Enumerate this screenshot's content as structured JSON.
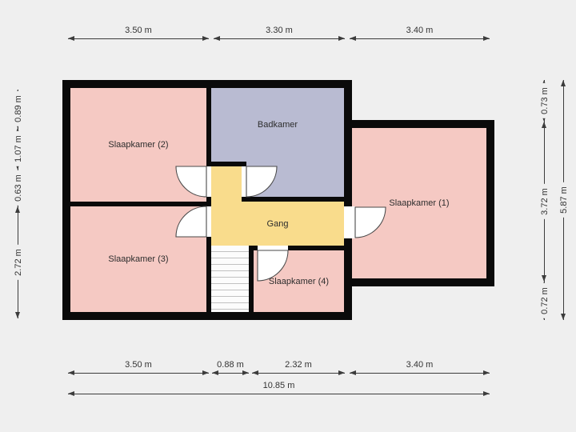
{
  "rooms": {
    "slaapkamer1": "Slaapkamer (1)",
    "slaapkamer2": "Slaapkamer (2)",
    "slaapkamer3": "Slaapkamer (3)",
    "slaapkamer4": "Slaapkamer (4)",
    "badkamer": "Badkamer",
    "gang": "Gang"
  },
  "dimensions": {
    "top": [
      "3.50 m",
      "3.30 m",
      "3.40 m"
    ],
    "left": [
      "0.89 m",
      "1.07 m",
      "0.63 m",
      "2.72 m"
    ],
    "right": [
      "0.73 m",
      "3.72 m",
      "0.72 m"
    ],
    "right_total": "5.87 m",
    "bottom": [
      "3.50 m",
      "0.88 m",
      "2.32 m",
      "3.40 m"
    ],
    "bottom_total": "10.85 m"
  },
  "colors": {
    "background": "#efefef",
    "wall": "#0a0a0a",
    "bedroom_fill": "#f5c9c3",
    "bathroom_fill": "#b9bbd2",
    "hallway_fill": "#f9dc8c",
    "stairs_fill": "#fcfcfc"
  }
}
